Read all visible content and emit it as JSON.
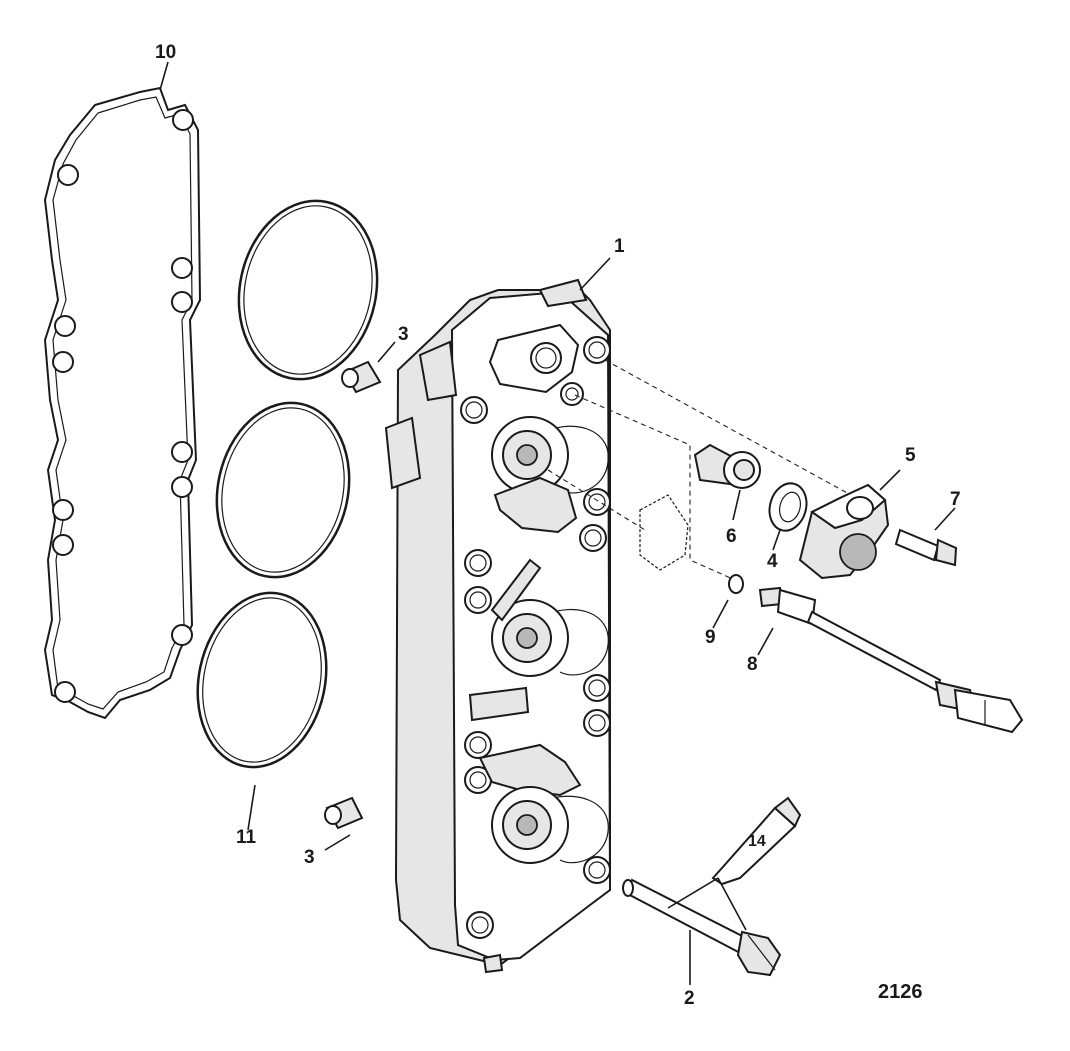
{
  "figure_number": "2126",
  "callouts": [
    {
      "id": "1",
      "text": "1"
    },
    {
      "id": "2",
      "text": "2"
    },
    {
      "id": "3a",
      "text": "3"
    },
    {
      "id": "3b",
      "text": "3"
    },
    {
      "id": "4",
      "text": "4"
    },
    {
      "id": "5",
      "text": "5"
    },
    {
      "id": "6",
      "text": "6"
    },
    {
      "id": "7",
      "text": "7"
    },
    {
      "id": "8",
      "text": "8"
    },
    {
      "id": "9",
      "text": "9"
    },
    {
      "id": "10",
      "text": "10"
    },
    {
      "id": "11",
      "text": "11"
    },
    {
      "id": "14",
      "text": "14"
    }
  ]
}
